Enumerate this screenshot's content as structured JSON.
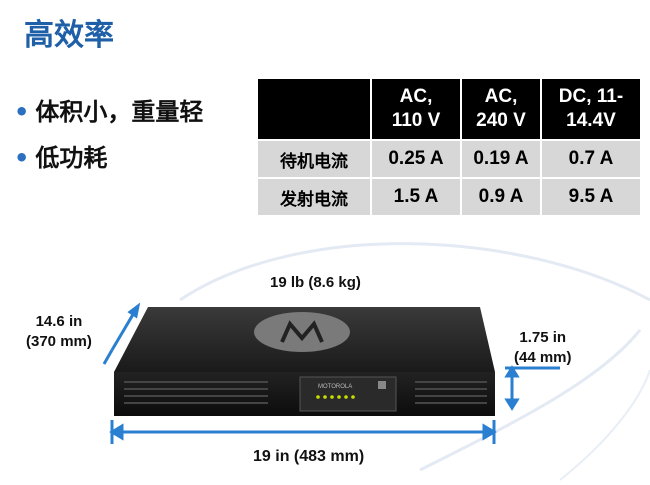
{
  "title": "高效率",
  "bullets": [
    "体积小，重量轻",
    "低功耗"
  ],
  "table": {
    "headers": [
      "",
      "AC,\n110 V",
      "AC,\n240 V",
      "DC, 11-\n14.4V"
    ],
    "rows": [
      {
        "label": "待机电流",
        "values": [
          "0.25 A",
          "0.19 A",
          "0.7 A"
        ]
      },
      {
        "label": "发射电流",
        "values": [
          "1.5 A",
          "0.9 A",
          "9.5 A"
        ]
      }
    ]
  },
  "device": {
    "weight": "19 lb (8.6 kg)",
    "depth": "14.6 in\n(370 mm)",
    "height": "1.75 in\n(44 mm)",
    "width": "19 in (483 mm)",
    "brand": "MOTOROLA"
  },
  "colors": {
    "title": "#1f5fa8",
    "bullet_dot": "#2a6fc0",
    "table_header": "#000000",
    "table_cell": "#d7d7d7"
  }
}
